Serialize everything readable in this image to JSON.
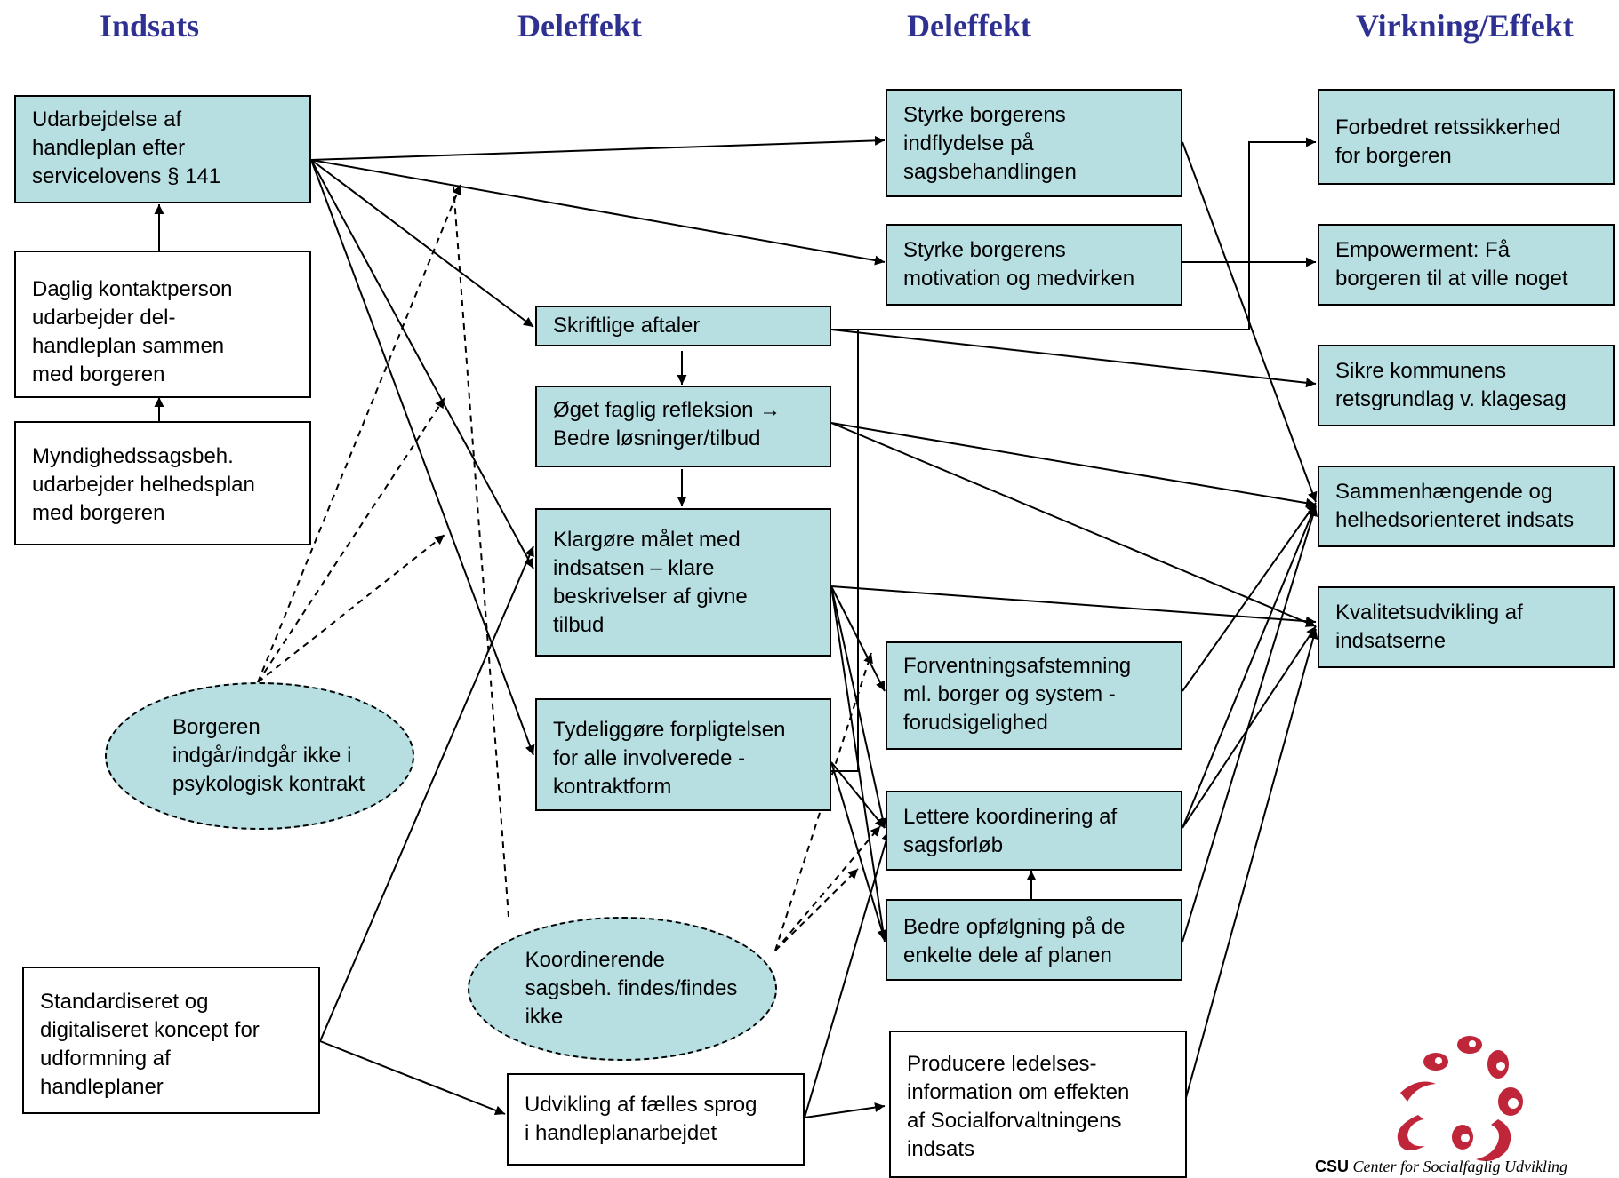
{
  "headers": [
    "Indsats",
    "Deleffekt",
    "Deleffekt",
    "Virkning/Effekt"
  ],
  "colors": {
    "box_fill": "#b7dfe2",
    "header": "#2e3192",
    "logo": "#c0263a"
  },
  "boxes": {
    "udarbejdelse": "Udarbejdelse af\nhandleplan efter\nservicelovens § 141",
    "daglig": "Daglig kontaktperson\nudarbejder del-\nhandleplan sammen\nmed borgeren",
    "myndighed": "Myndighedssagsbeh.\nudarbejder helhedsplan\nmed borgeren",
    "standardiseret": "Standardiseret og\ndigitaliseret koncept for\nudformning af\nhandleplaner",
    "skriftlige": "Skriftlige aftaler",
    "oget": "Øget faglig refleksion →\nBedre løsninger/tilbud",
    "klargore": "Klargøre målet med\nindsatsen – klare\nbeskrivelser af givne\ntilbud",
    "tydeliggore": "Tydeliggøre forpligtelsen\nfor alle involverede -\nkontraktform",
    "udvikling": "Udvikling af fælles sprog\ni handleplanarbejdet",
    "styrke1": "Styrke borgerens\nindflydelse på\nsagsbehandlingen",
    "styrke2": "Styrke borgerens\nmotivation og medvirken",
    "forventning": "Forventningsafstemning\nml. borger og system -\nforudsigelighed",
    "lettere": "Lettere koordinering af\nsagsforløb",
    "bedre": "Bedre opfølgning på de\nenkelte dele af planen",
    "producere": "Producere ledelses-\ninformation om effekten\naf Socialforvaltningens\nindsats",
    "forbedret": "Forbedret retssikkerhed\nfor borgeren",
    "empowerment": "Empowerment: Få\nborgeren til at ville noget",
    "sikre": "Sikre kommunens\nretsgrundlag v. klagesag",
    "sammenhaengende": "Sammenhængende og\nhelhedsorienteret indsats",
    "kvalitet": "Kvalitetsudvikling af\nindsatserne"
  },
  "ellipses": {
    "borgeren": "Borgeren\nindgår/indgår ikke i\npsykologisk kontrakt",
    "koordinerende": "Koordinerende\nsagsbeh. findes/findes\nikke"
  },
  "logo": {
    "abbr": "CSU",
    "name": "Center for Socialfaglig Udvikling"
  }
}
